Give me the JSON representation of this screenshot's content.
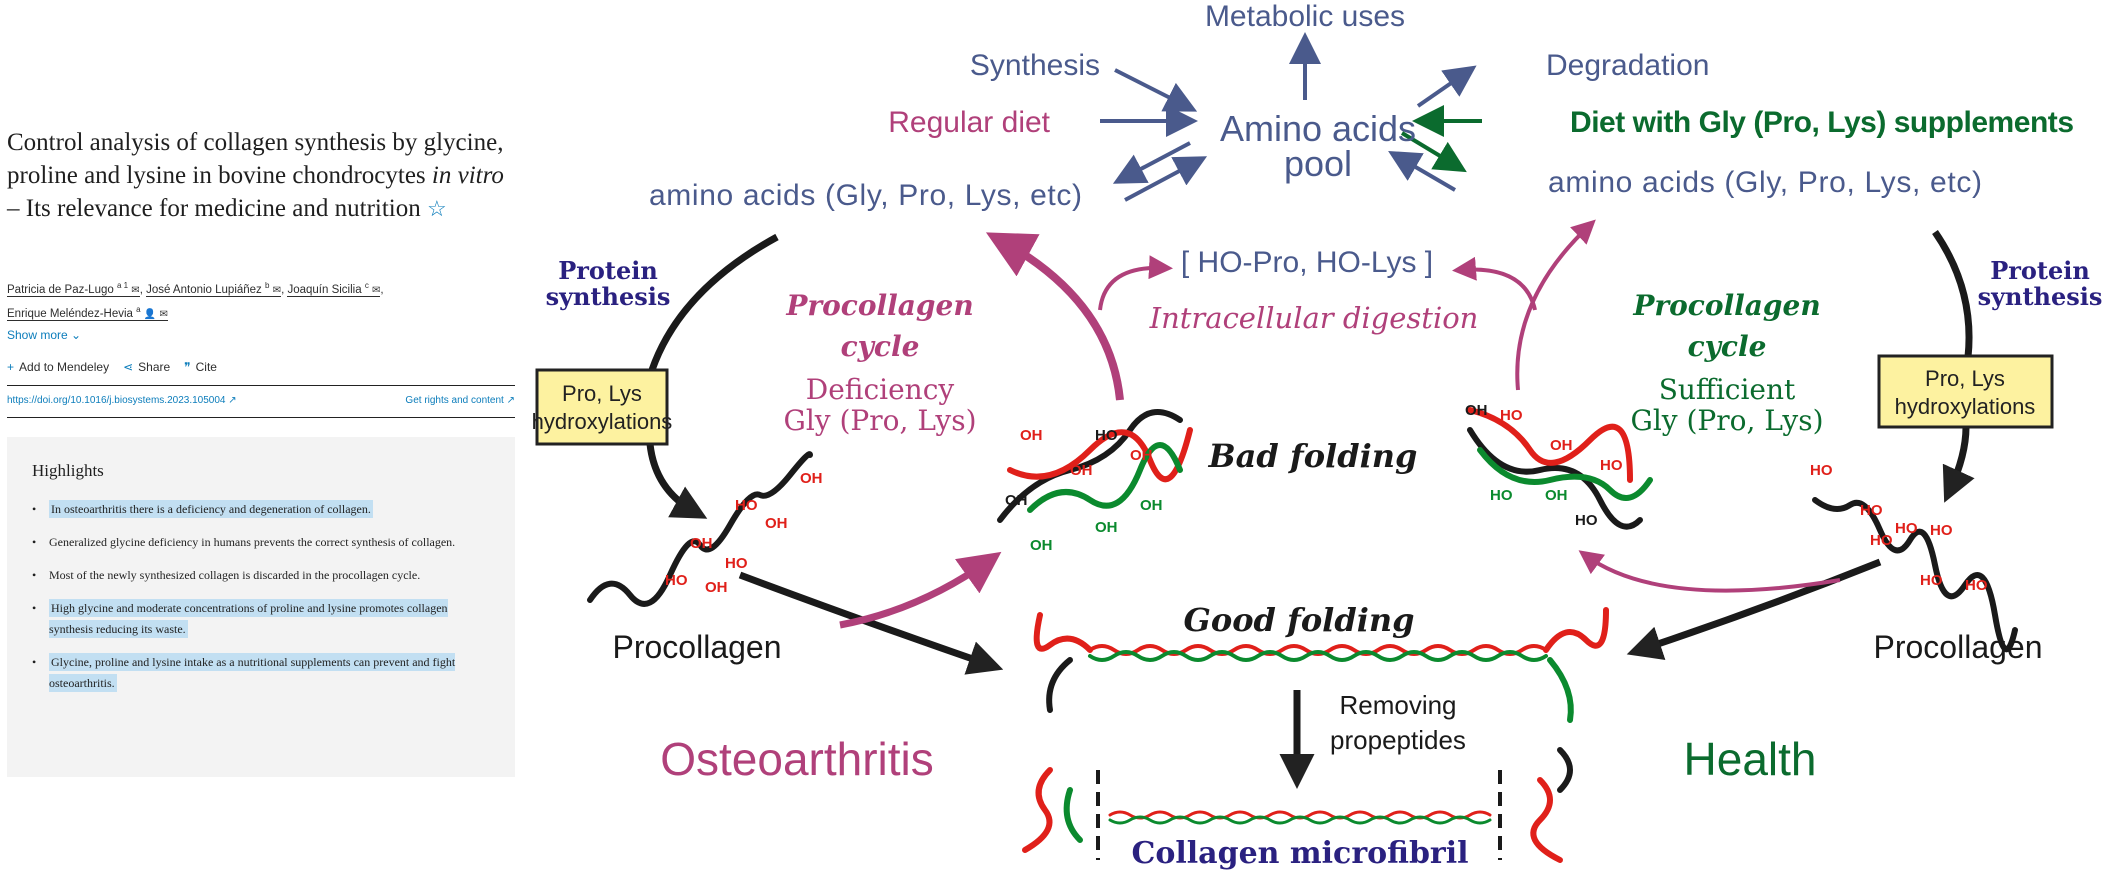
{
  "article": {
    "title_part1": "Control analysis of collagen synthesis by glycine, proline and lysine in bovine chondrocytes ",
    "title_italic": "in vitro",
    "title_part2": " – Its relevance for medicine and nutrition",
    "title_star": "☆",
    "authors": [
      {
        "name": "Patricia de Paz-Lugo",
        "sup": "a 1"
      },
      {
        "name": "José Antonio Lupiáñez",
        "sup": "b"
      },
      {
        "name": "Joaquín Sicilia",
        "sup": "c"
      },
      {
        "name": "Enrique Meléndez-Hevia",
        "sup": "a"
      }
    ],
    "show_more": "Show more",
    "actions": {
      "mendeley": "Add to Mendeley",
      "share": "Share",
      "cite": "Cite"
    },
    "doi": "https://doi.org/10.1016/j.biosystems.2023.105004",
    "rights": "Get rights and content"
  },
  "highlights": {
    "heading": "Highlights",
    "items": [
      {
        "text": "In osteoarthritis there is a deficiency and degeneration of collagen.",
        "selected": true
      },
      {
        "text": "Generalized glycine deficiency in humans prevents the correct synthesis of collagen.",
        "selected": false
      },
      {
        "text": "Most of the newly synthesized collagen is discarded in the procollagen cycle.",
        "selected": false
      },
      {
        "text": "High glycine and moderate concentrations of proline and lysine promotes collagen synthesis reducing its waste.",
        "selected": true
      },
      {
        "text": "Glycine, proline and lysine intake as a nutritional supplements can prevent and fight osteoarthritis.",
        "selected": true
      }
    ]
  },
  "figure": {
    "colors": {
      "blue": "#4a5a8c",
      "pink": "#b0407a",
      "green": "#0b6b2e",
      "navy": "#2a2180",
      "box": "#fdf2a0",
      "red": "#e0201a"
    },
    "metabolic_uses": "Metabolic uses",
    "synthesis": "Synthesis",
    "degradation": "Degradation",
    "regular_diet": "Regular diet",
    "diet_supplements": "Diet with Gly (Pro, Lys) supplements",
    "pool_line1": "Amino acids",
    "pool_line2": "pool",
    "amino_left": "amino acids (Gly, Pro, Lys, etc)",
    "amino_right": "amino acids (Gly, Pro, Lys, etc)",
    "ho_pro_lys": "[ HO-Pro, HO-Lys ]",
    "intracellular": "Intracellular digestion",
    "protein_synthesis_1": "Protein",
    "protein_synthesis_2": "synthesis",
    "cycle_title_1": "Procollagen",
    "cycle_title_2": "cycle",
    "deficiency": "Deficiency",
    "sufficient": "Sufficient",
    "gly_pro_lys": "Gly (Pro, Lys)",
    "box_line1": "Pro, Lys",
    "box_line2": "hydroxylations",
    "bad_folding": "Bad folding",
    "good_folding": "Good folding",
    "procollagen": "Procollagen",
    "removing_1": "Removing",
    "removing_2": "propeptides",
    "osteoarthritis": "Osteoarthritis",
    "health": "Health",
    "microfibril": "Collagen microfibril",
    "hydroxyl": {
      "oh": "OH",
      "ho": "HO"
    }
  }
}
